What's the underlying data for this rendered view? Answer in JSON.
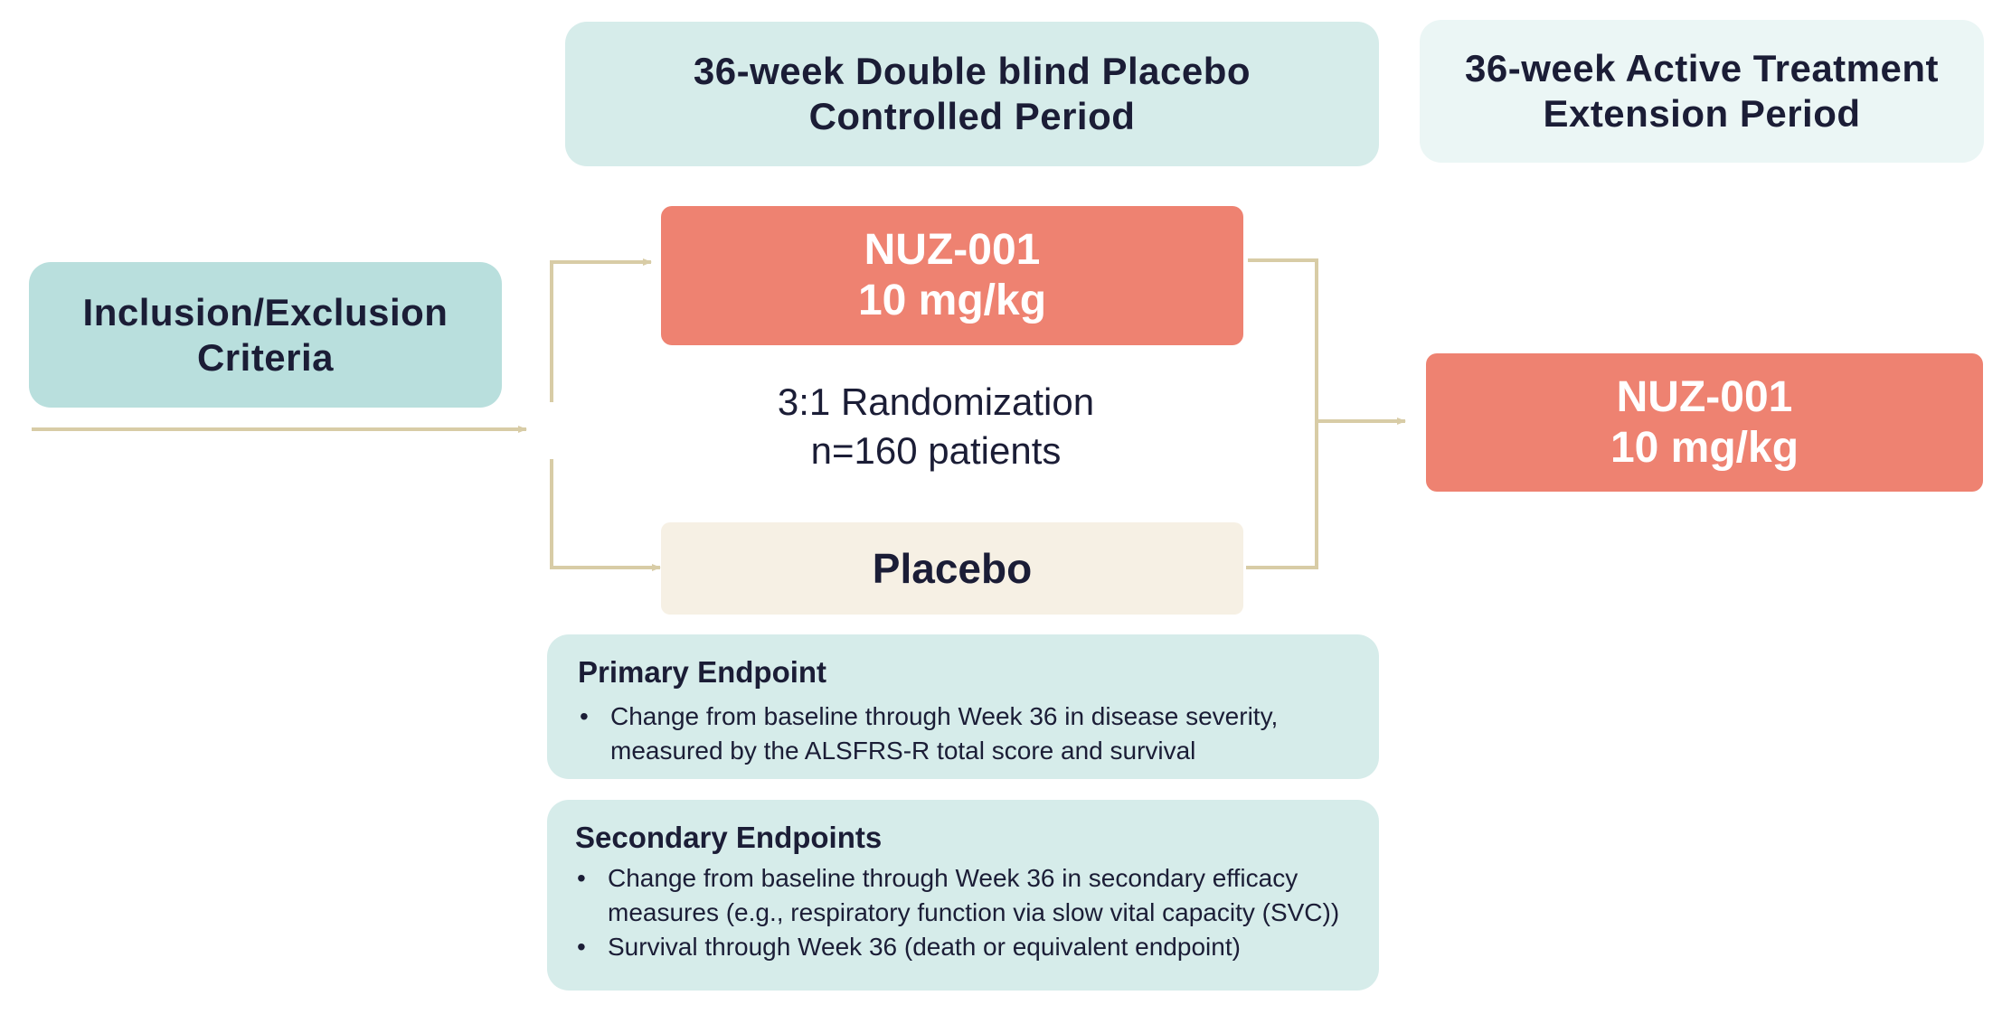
{
  "periods": {
    "placebo_controlled": {
      "line1": "36-week Double blind Placebo",
      "line2": "Controlled Period"
    },
    "extension": {
      "line1": "36-week Active Treatment",
      "line2": "Extension Period"
    }
  },
  "criteria": {
    "line1": "Inclusion/Exclusion",
    "line2": "Criteria"
  },
  "treatment_arm": {
    "name": "NUZ-001",
    "dose": "10 mg/kg"
  },
  "extension_arm": {
    "name": "NUZ-001",
    "dose": "10 mg/kg"
  },
  "placebo_arm": {
    "label": "Placebo"
  },
  "randomization": {
    "ratio": "3:1 Randomization",
    "patients": "n=160 patients"
  },
  "primary_endpoint": {
    "title": "Primary Endpoint",
    "items": [
      {
        "line1": "Change from baseline through Week 36 in disease severity,",
        "line2": "measured by the ALSFRS-R total score and survival"
      }
    ]
  },
  "secondary_endpoints": {
    "title": "Secondary Endpoints",
    "items": [
      {
        "line1": "Change from baseline through Week 36 in secondary efficacy",
        "line2": "measures (e.g., respiratory function via slow vital capacity (SVC))"
      },
      {
        "line1": "Survival through Week 36 (death or equivalent endpoint)"
      }
    ]
  },
  "colors": {
    "teal_light": "#d6ecea",
    "teal_pale": "#ebf6f5",
    "teal_mid": "#b9dfdd",
    "coral": "#ee8271",
    "cream": "#f6f0e4",
    "connector": "#d8cca6",
    "text_dark": "#1b1d36"
  }
}
